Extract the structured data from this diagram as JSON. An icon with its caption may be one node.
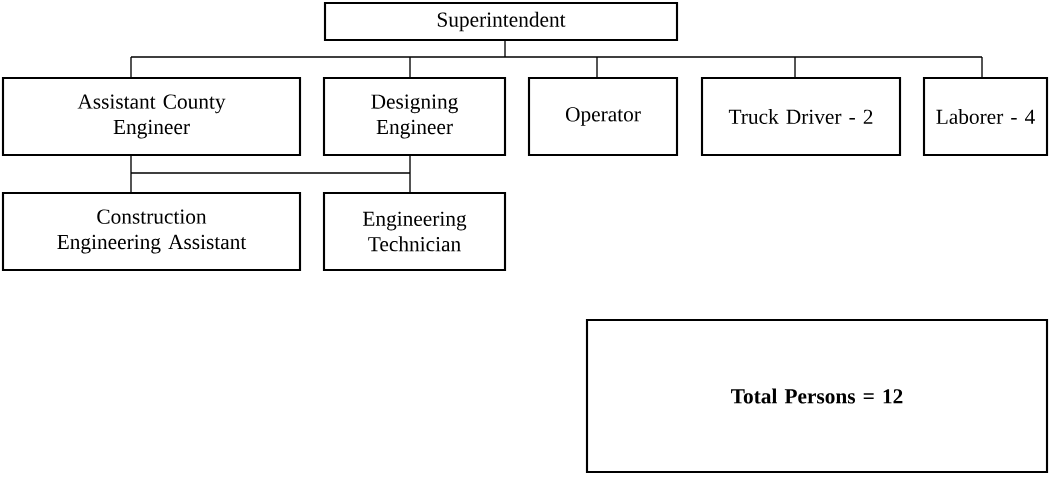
{
  "diagram": {
    "nodes": [
      {
        "text": [
          "Superintendent"
        ]
      },
      {
        "text": [
          "Assistant County Engineer"
        ]
      },
      {
        "text": [
          "Designing Engineer"
        ]
      },
      {
        "text": [
          "Operator"
        ]
      },
      {
        "text": [
          "Truck Driver - 2"
        ]
      },
      {
        "text": [
          "Laborer - 4"
        ]
      },
      {
        "text": [
          "Construction Engineering Assistant"
        ]
      },
      {
        "text": [
          "Engineering Technician"
        ]
      },
      {
        "text": [
          "Total Persons = 12"
        ]
      }
    ],
    "edges": [
      {
        "from": 0,
        "to": 1,
        "arrow": "none"
      },
      {
        "from": 0,
        "to": 2,
        "arrow": "none"
      },
      {
        "from": 0,
        "to": 3,
        "arrow": "none"
      },
      {
        "from": 0,
        "to": 4,
        "arrow": "none"
      },
      {
        "from": 0,
        "to": 5,
        "arrow": "none"
      },
      {
        "from": 1,
        "to": 6,
        "arrow": "none"
      },
      {
        "from": 1,
        "to": 7,
        "arrow": "none"
      },
      {
        "from": 2,
        "to": 6,
        "arrow": "none"
      },
      {
        "from": 2,
        "to": 7,
        "arrow": "none"
      }
    ]
  }
}
